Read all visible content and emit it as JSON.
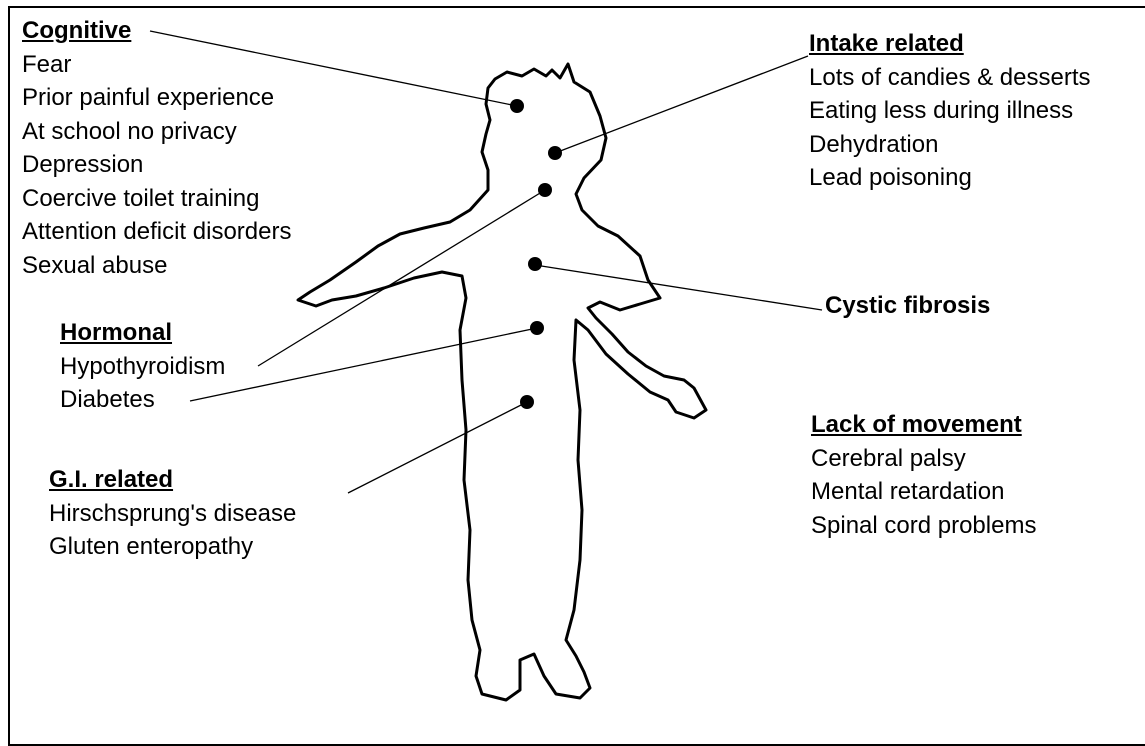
{
  "groups": {
    "cognitive": {
      "heading": "Cognitive",
      "items": [
        "Fear",
        "Prior painful experience",
        "At school no privacy",
        "Depression",
        "Coercive toilet training",
        "Attention deficit disorders",
        "Sexual abuse"
      ]
    },
    "intake": {
      "heading": "Intake related",
      "items": [
        "Lots of candies & desserts",
        "Eating less during illness",
        "Dehydration",
        "Lead poisoning"
      ]
    },
    "hormonal": {
      "heading": "Hormonal",
      "items": [
        "Hypothyroidism",
        "Diabetes"
      ]
    },
    "gi": {
      "heading": "G.I. related",
      "items": [
        "Hirschsprung's disease",
        "Gluten enteropathy"
      ]
    },
    "movement": {
      "heading": "Lack of movement",
      "items": [
        "Cerebral palsy",
        "Mental retardation",
        "Spinal cord problems"
      ]
    }
  },
  "cystic": {
    "label": "Cystic fibrosis"
  }
}
